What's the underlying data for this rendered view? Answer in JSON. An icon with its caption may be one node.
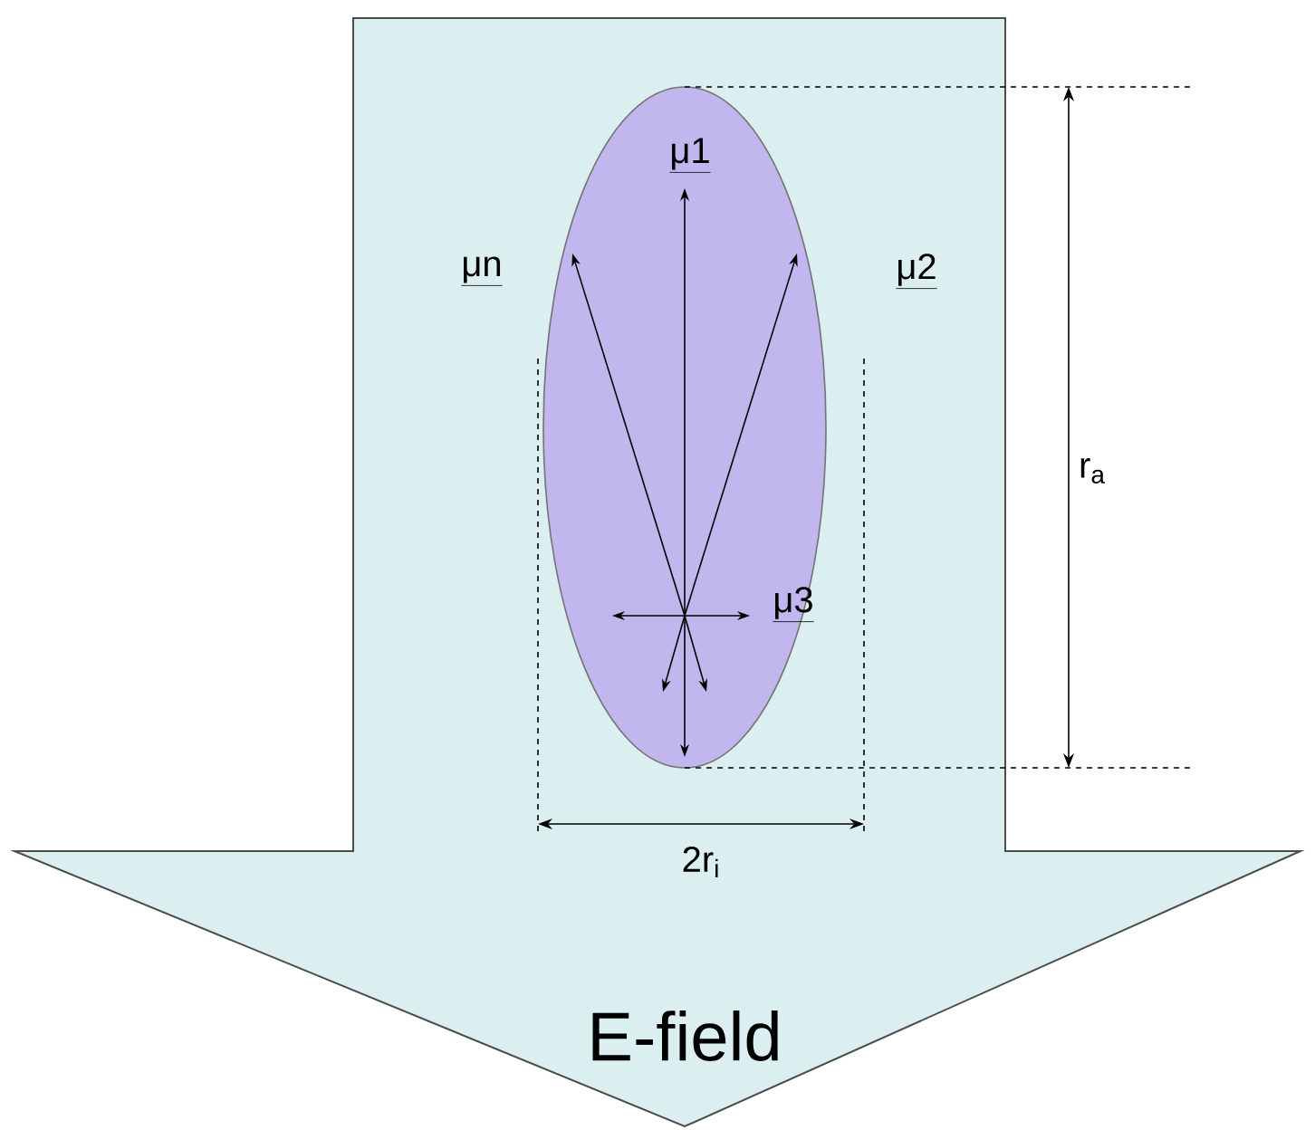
{
  "diagram": {
    "nodes": [
      {
        "text": [
          "E-field"
        ]
      },
      {
        "text": [],
        "shape": "ellipse",
        "in": 0
      }
    ],
    "labels": [
      "μ1",
      "μn",
      "μ2",
      "μ3",
      "r$_{a}$",
      "2r$_{i}$"
    ]
  }
}
